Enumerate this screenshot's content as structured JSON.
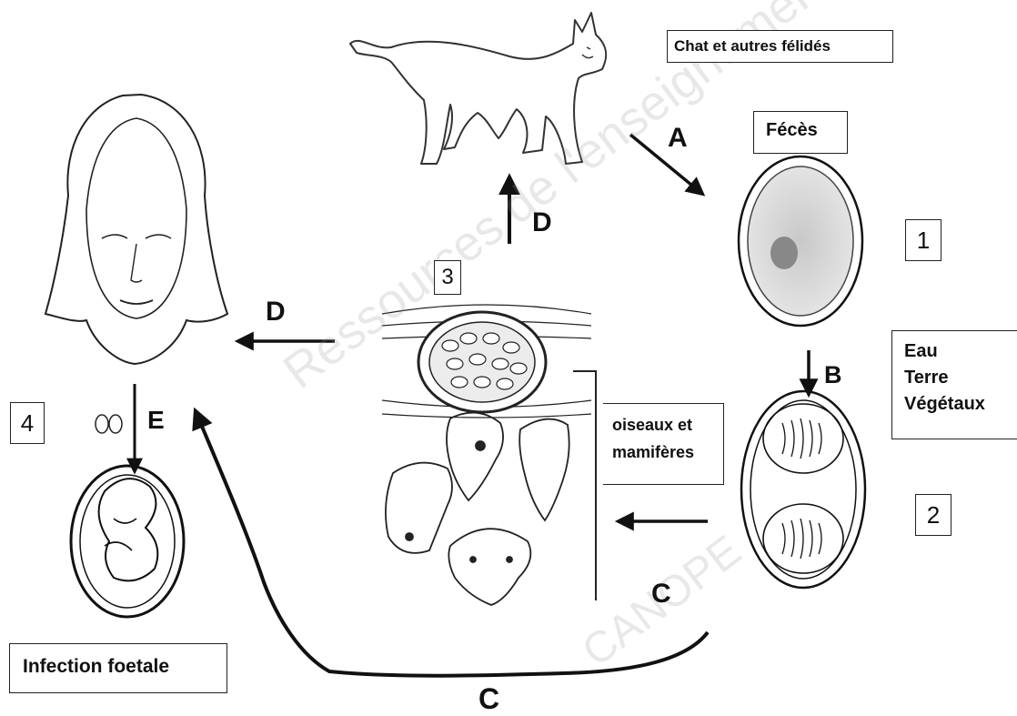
{
  "labels": {
    "host_box": "Chat et autres félidés",
    "feces_box": "Fécès",
    "env_box": [
      "Eau",
      "Terre",
      "Végétaux"
    ],
    "birds_box": [
      "oiseaux et",
      "mamifères"
    ],
    "fetal_box": "Infection foetale",
    "num_1": "1",
    "num_2": "2",
    "num_3": "3",
    "num_4": "4"
  },
  "arrows": {
    "a": "A",
    "b": "B",
    "c_right": "C",
    "c_bottom": "C",
    "d_up": "D",
    "d_left": "D",
    "e": "E"
  },
  "watermarks": [
    "Ressources de l'enseignement professionnel",
    "CANOPE"
  ]
}
